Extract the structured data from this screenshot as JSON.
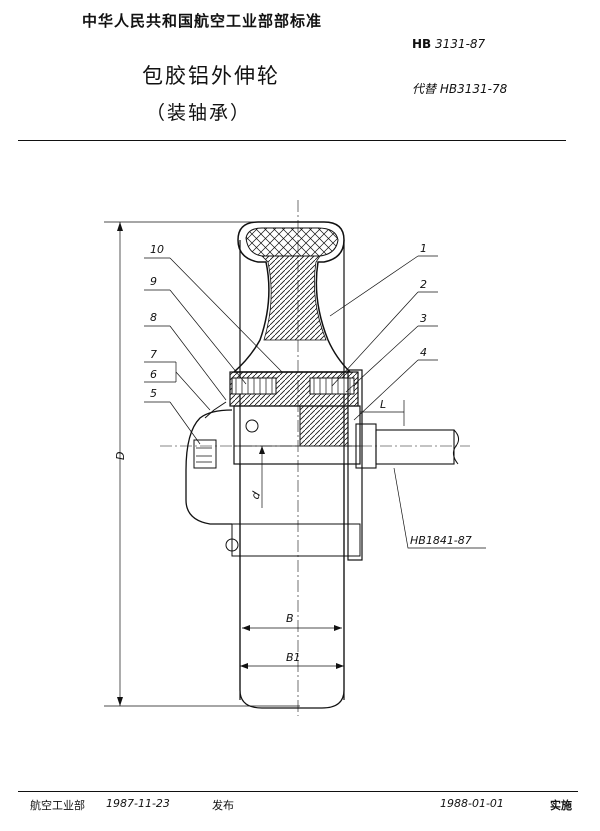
{
  "header": {
    "authority": "中华人民共和国航空工业部部标准",
    "standard_prefix": "HB",
    "standard_number": "3131-87",
    "replaces": "代替 HB3131-78"
  },
  "title": {
    "line1": "包胶铝外伸轮",
    "line2": "（装轴承）"
  },
  "drawing": {
    "callouts": [
      "1",
      "2",
      "3",
      "4",
      "5",
      "6",
      "7",
      "8",
      "9",
      "10"
    ],
    "dimensions": {
      "D": "D",
      "d": "d",
      "L": "L",
      "B": "B",
      "B1": "B1"
    },
    "reference_standard": "HB1841-87"
  },
  "footer": {
    "issuer": "航空工业部",
    "issue_date": "1987-11-23",
    "issue_label": "发布",
    "implementation_date": "1988-01-01",
    "implementation_label": "实施"
  }
}
